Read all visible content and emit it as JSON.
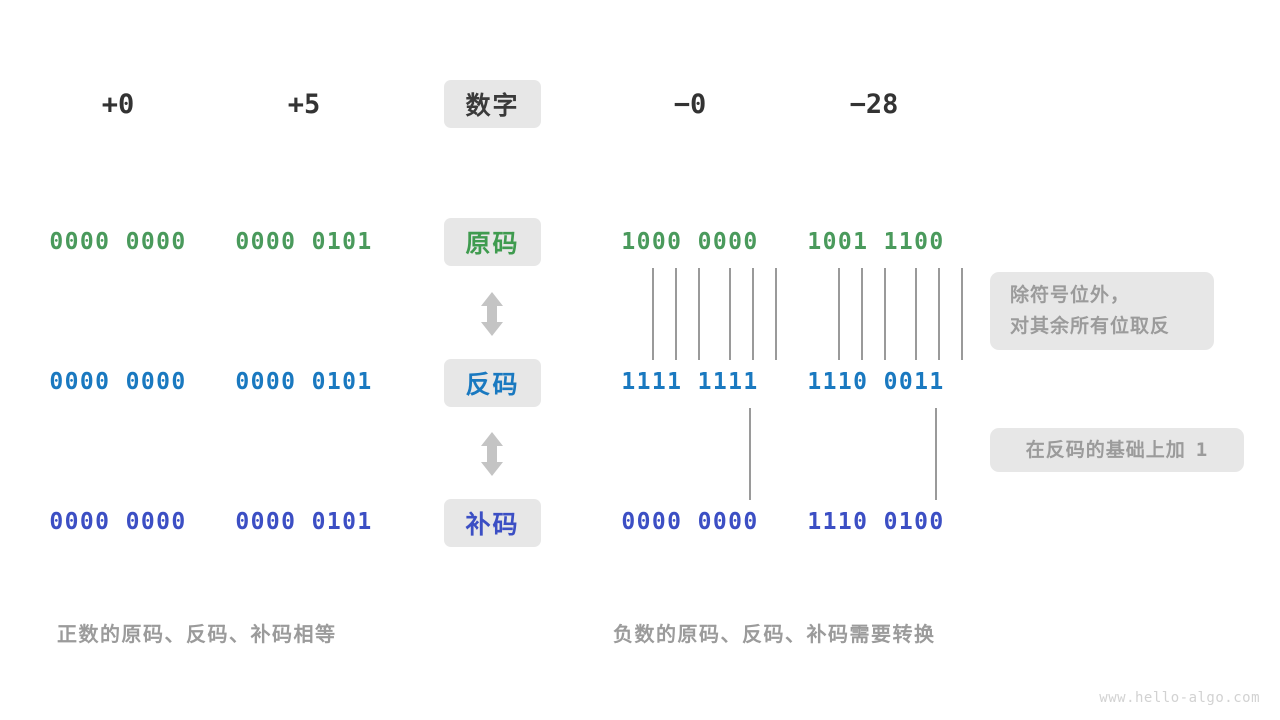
{
  "figure": {
    "title_row_label": "数字",
    "watermark": "www.hello-algo.com"
  },
  "colors": {
    "green": "#4a9a5c",
    "blue": "#1a79c0",
    "indigo": "#3c4fc4",
    "gray_text": "#9b9b9b",
    "pill_bg": "#e7e7e7",
    "tick": "#9a9a9a",
    "header_text": "#333333"
  },
  "columns": {
    "positive": [
      {
        "id": "plus-zero",
        "header": "+0"
      },
      {
        "id": "plus-five",
        "header": "+5"
      }
    ],
    "negative": [
      {
        "id": "minus-zero",
        "header": "−0"
      },
      {
        "id": "minus-twenty-eight",
        "header": "−28"
      }
    ]
  },
  "rows": [
    {
      "id": "sign-magnitude",
      "label": "原码",
      "color_key": "green",
      "values": {
        "plus_zero": "0000 0000",
        "plus_five": "0000 0101",
        "minus_zero": "1000 0000",
        "minus_twenty_eight": "1001 1100"
      }
    },
    {
      "id": "ones-complement",
      "label": "反码",
      "color_key": "blue",
      "values": {
        "plus_zero": "0000 0000",
        "plus_five": "0000 0101",
        "minus_zero": "1111 1111",
        "minus_twenty_eight": "1110 0011"
      }
    },
    {
      "id": "twos-complement",
      "label": "补码",
      "color_key": "indigo",
      "values": {
        "plus_zero": "0000 0000",
        "plus_five": "0000 0101",
        "minus_zero": "0000 0000",
        "minus_twenty_eight": "1110 0100"
      }
    }
  ],
  "notes": [
    {
      "id": "invert-note",
      "line1": "除符号位外，",
      "line2": "对其余所有位取反"
    },
    {
      "id": "add-one-note",
      "text_prefix": "在反码的基础上加",
      "text_value": "1"
    }
  ],
  "captions": {
    "left": "正数的原码、反码、补码相等",
    "right": "负数的原码、反码、补码需要转换"
  },
  "arrows": {
    "icon": "up-down-arrow",
    "count": 2
  }
}
